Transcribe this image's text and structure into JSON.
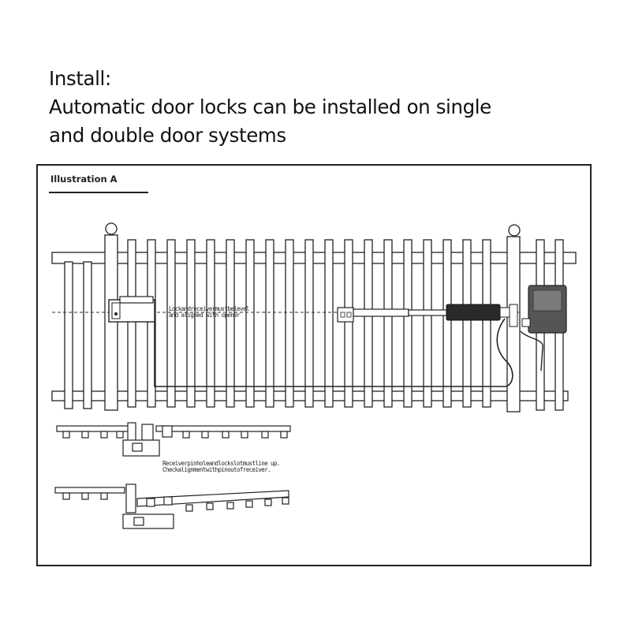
{
  "heading": {
    "line1": "Install:",
    "line2": "Automatic door locks can be installed on single",
    "line3": "and double door systems"
  },
  "illustration": {
    "title": "Illustration A",
    "note_lock_line1": "Lockandreceivermustbelevel",
    "note_lock_line2": "and aligned with opener",
    "note_receiver_line1": "Receiverpinholeandlockslotmustline up.",
    "note_receiver_line2": "Checkalignmentwithpinoutofreceiver."
  },
  "colors": {
    "line": "#222222",
    "opener": "#2a2a2a",
    "controller": "#555555"
  }
}
